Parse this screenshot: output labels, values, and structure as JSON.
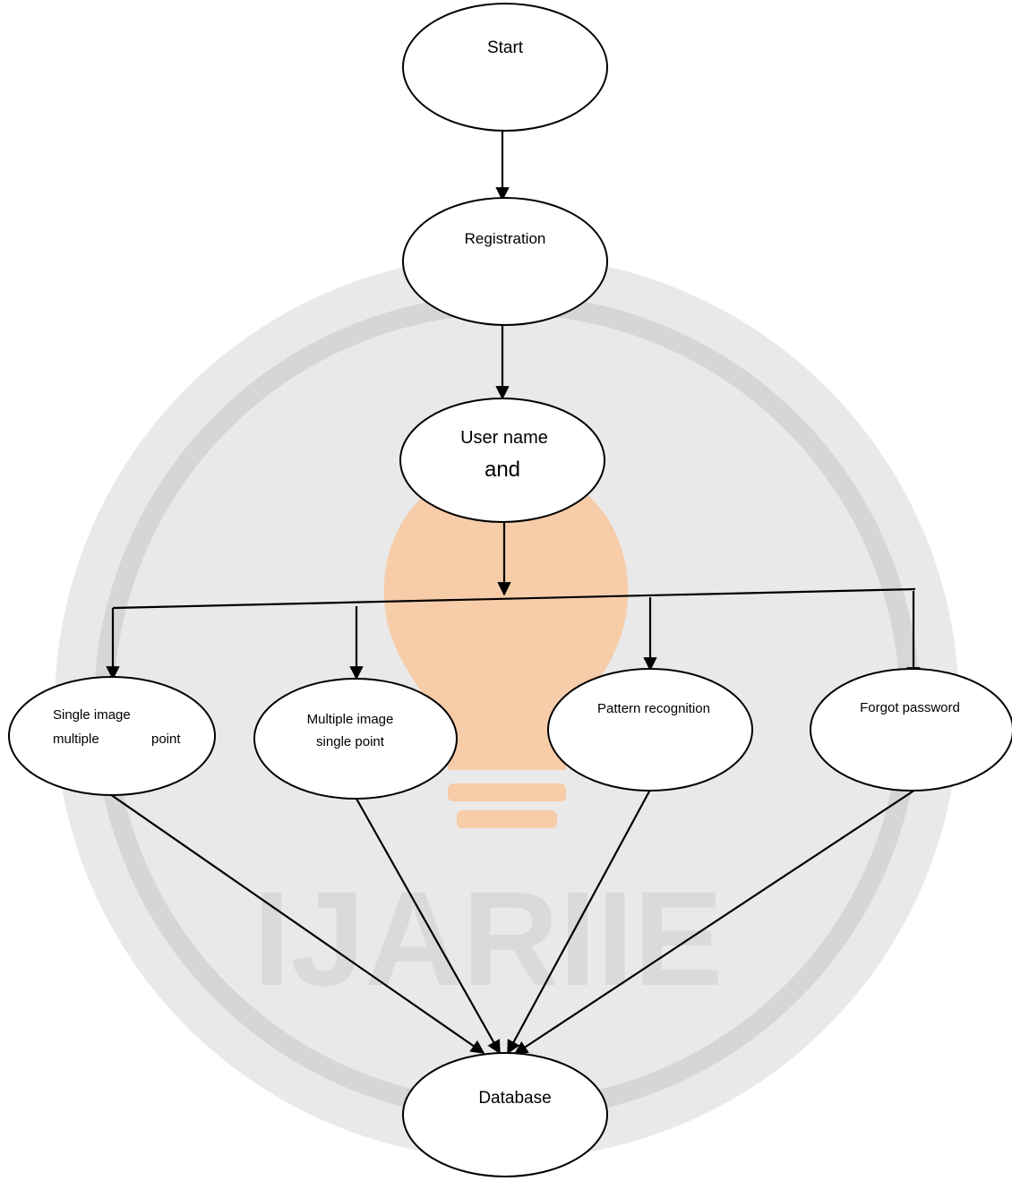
{
  "diagram": {
    "nodes": {
      "start": {
        "lines": [
          "Start"
        ]
      },
      "registration": {
        "lines": [
          "Registration"
        ]
      },
      "username": {
        "lines": [
          "User name",
          "and"
        ]
      },
      "single_image": {
        "lines": [
          "Single image",
          "multiple",
          "point"
        ]
      },
      "multiple_image": {
        "lines": [
          "Multiple image",
          "single point"
        ]
      },
      "pattern": {
        "lines": [
          "Pattern recognition"
        ]
      },
      "forgot": {
        "lines": [
          "Forgot password"
        ]
      },
      "database": {
        "lines": [
          "Database"
        ]
      }
    },
    "edges": [
      {
        "from": "start",
        "to": "registration"
      },
      {
        "from": "registration",
        "to": "username"
      },
      {
        "from": "username",
        "to": "single_image"
      },
      {
        "from": "username",
        "to": "multiple_image"
      },
      {
        "from": "username",
        "to": "pattern"
      },
      {
        "from": "username",
        "to": "forgot"
      },
      {
        "from": "single_image",
        "to": "database"
      },
      {
        "from": "multiple_image",
        "to": "database"
      },
      {
        "from": "pattern",
        "to": "database"
      },
      {
        "from": "forgot",
        "to": "database"
      }
    ]
  },
  "watermark": {
    "text": "IJARIIE",
    "colors": {
      "seal": "#e6e6e6",
      "seal_ring": "#d0d0d0",
      "bulb": "#f6c49a",
      "letters": "#d4d4d4"
    }
  }
}
